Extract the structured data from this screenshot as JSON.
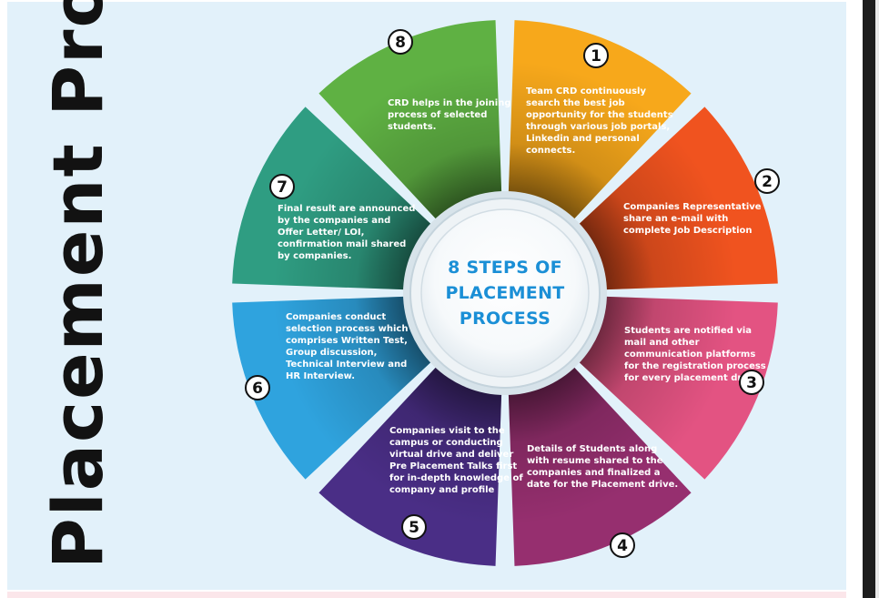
{
  "title": "Placement Process",
  "center": {
    "lines": [
      "8 STEPS OF",
      "PLACEMENT",
      "PROCESS"
    ]
  },
  "steps": [
    {
      "number": "1",
      "color": "#f7a81b",
      "lines": [
        "Team CRD continuously",
        "search the best job",
        "opportunity for the students",
        "through various job portals,",
        "Linkedin and personal",
        "connects."
      ]
    },
    {
      "number": "2",
      "color": "#f0531f",
      "lines": [
        "Companies Representative",
        "share an e-mail with",
        "complete Job Description"
      ]
    },
    {
      "number": "3",
      "color": "#e35382",
      "lines": [
        "Students are notified via",
        "mail and other",
        "communication platforms",
        "for the registration process",
        "for every placement drive."
      ]
    },
    {
      "number": "4",
      "color": "#962f6f",
      "lines": [
        "Details of Students along",
        "with resume shared to the",
        "companies and finalized a",
        "date for the Placement drive."
      ]
    },
    {
      "number": "5",
      "color": "#4a2e86",
      "lines": [
        "Companies visit to the",
        "campus or conducting",
        "virtual drive and deliver",
        "Pre Placement Talks first",
        "for in-depth knowledge of",
        "company and profile"
      ]
    },
    {
      "number": "6",
      "color": "#2fa3de",
      "lines": [
        "Companies conduct",
        "selection process which",
        "comprises  Written Test,",
        "Group discussion,",
        "Technical Interview and",
        "HR Interview."
      ]
    },
    {
      "number": "7",
      "color": "#2f9d82",
      "lines": [
        "Final result are announced",
        "by the companies and",
        "Offer Letter/ LOI,",
        "confirmation mail shared",
        "by companies."
      ]
    },
    {
      "number": "8",
      "color": "#5fb143",
      "lines": [
        "CRD helps in the joining",
        "process of selected",
        "students."
      ]
    }
  ]
}
